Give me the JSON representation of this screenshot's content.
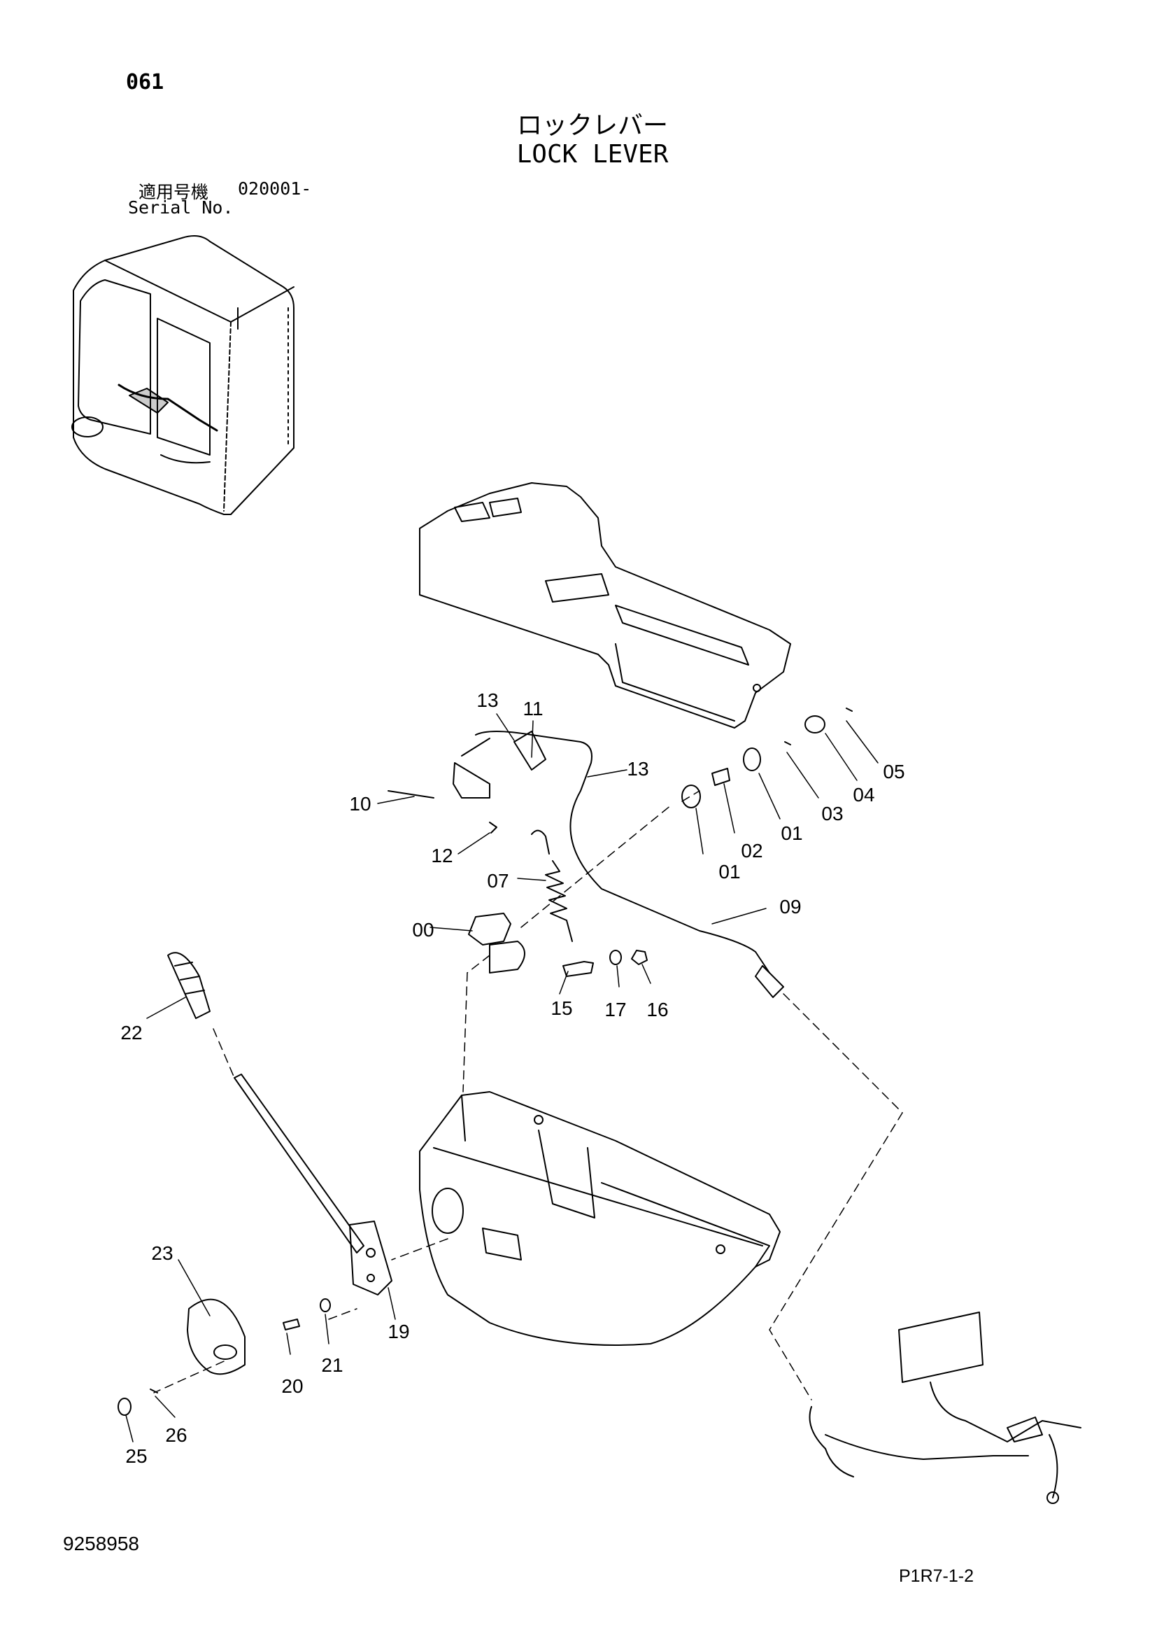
{
  "page": {
    "number": "061",
    "title_jp": "ロックレバー",
    "title_en": "LOCK LEVER",
    "serial_label_jp": "適用号機",
    "serial_range": "020001-",
    "serial_label_en": "Serial No.",
    "figure_code": "9258958",
    "sheet_code": "P1R7-1-2"
  },
  "callouts": [
    {
      "id": "c13a",
      "label": "13"
    },
    {
      "id": "c11",
      "label": "11"
    },
    {
      "id": "c13b",
      "label": "13"
    },
    {
      "id": "c10",
      "label": "10"
    },
    {
      "id": "c12",
      "label": "12"
    },
    {
      "id": "c07",
      "label": "07"
    },
    {
      "id": "c00",
      "label": "00"
    },
    {
      "id": "c15",
      "label": "15"
    },
    {
      "id": "c17",
      "label": "17"
    },
    {
      "id": "c16",
      "label": "16"
    },
    {
      "id": "c09",
      "label": "09"
    },
    {
      "id": "c05",
      "label": "05"
    },
    {
      "id": "c04",
      "label": "04"
    },
    {
      "id": "c03",
      "label": "03"
    },
    {
      "id": "c01a",
      "label": "01"
    },
    {
      "id": "c02",
      "label": "02"
    },
    {
      "id": "c01b",
      "label": "01"
    },
    {
      "id": "c22",
      "label": "22"
    },
    {
      "id": "c23",
      "label": "23"
    },
    {
      "id": "c19",
      "label": "19"
    },
    {
      "id": "c20",
      "label": "20"
    },
    {
      "id": "c21",
      "label": "21"
    },
    {
      "id": "c26",
      "label": "26"
    },
    {
      "id": "c25",
      "label": "25"
    }
  ]
}
